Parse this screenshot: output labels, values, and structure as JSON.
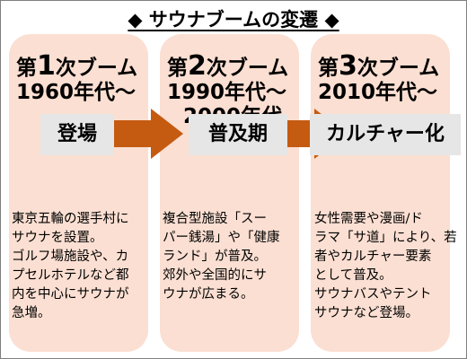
{
  "title": "◆ サウナブームの変遷 ◆",
  "colors": {
    "card": "#fbdfd2",
    "arrow": "#c55a11",
    "chip": "#e6e6e6"
  },
  "stages": [
    {
      "prefix": "第",
      "number": "1",
      "suffix": "次ブーム",
      "years": [
        "1960年代～"
      ],
      "keyword": "登場",
      "description": [
        "東京五輪の選手村に",
        "サウナを設置。",
        "ゴルフ場施設や、カ",
        "プセルホテルなど都",
        "内を中心にサウナが",
        "急増。"
      ]
    },
    {
      "prefix": "第",
      "number": "2",
      "suffix": "次ブーム",
      "years": [
        "1990年代～",
        "2000年代"
      ],
      "keyword": "普及期",
      "description": [
        "複合型施設「スー",
        "パー銭湯」や「健康",
        "ランド」が普及。",
        "郊外や全国的にサ",
        "ウナが広まる。"
      ]
    },
    {
      "prefix": "第",
      "number": "3",
      "suffix": "次ブーム",
      "years": [
        "2010年代～"
      ],
      "keyword": "カルチャー化",
      "description": [
        "女性需要や漫画/ド",
        "ラマ「サ道」により、若",
        "者やカルチャー要素",
        "として普及。",
        "サウナバスやテント",
        "サウナなど登場。"
      ]
    }
  ]
}
